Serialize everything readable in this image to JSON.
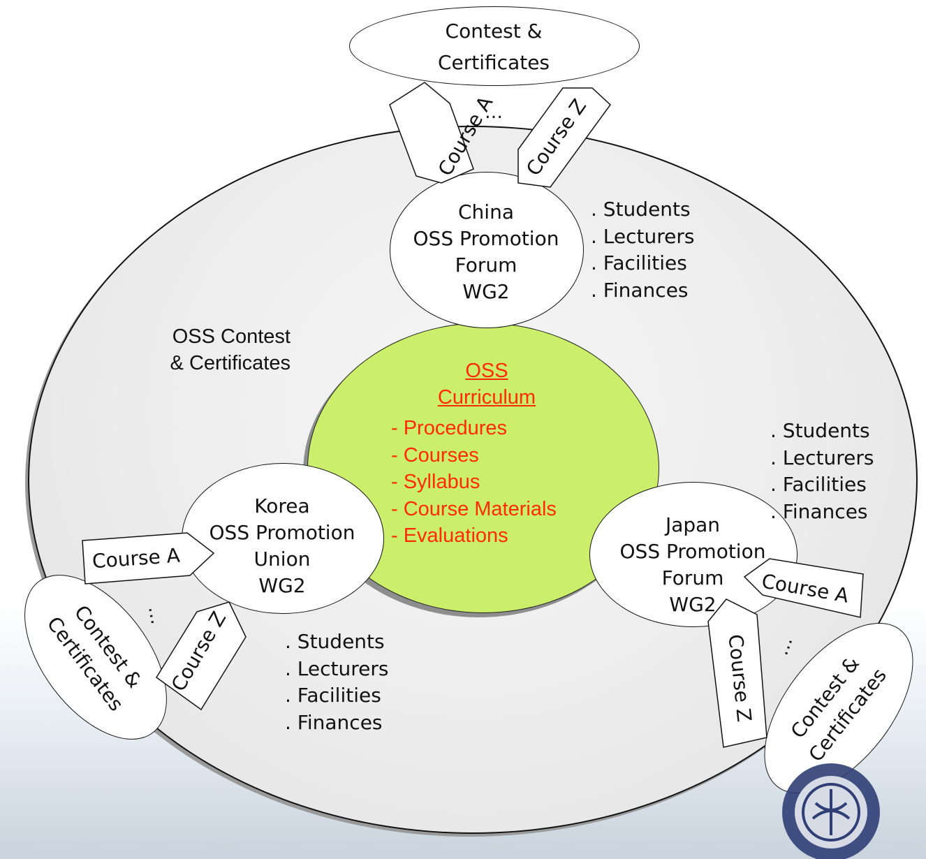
{
  "contest_top": {
    "line1": "Contest &",
    "line2": "Certificates"
  },
  "contest_left": {
    "line1": "Contest &",
    "line2": "Certificates"
  },
  "contest_right": {
    "line1": "Contest &",
    "line2": "Certificates"
  },
  "oss_contest": {
    "line1": "OSS Contest",
    "line2": "& Certificates"
  },
  "curriculum": {
    "title1": "OSS",
    "title2": "Curriculum",
    "items": [
      "- Procedures",
      "- Courses",
      "- Syllabus",
      "- Course Materials",
      "- Evaluations"
    ]
  },
  "china": {
    "line1": "China",
    "line2": "OSS Promotion",
    "line3": "Forum",
    "line4": "WG2"
  },
  "korea": {
    "line1": "Korea",
    "line2": "OSS Promotion",
    "line3": "Union",
    "line4": "WG2"
  },
  "japan": {
    "line1": "Japan",
    "line2": "OSS Promotion",
    "line3": "Forum",
    "line4": "WG2"
  },
  "resources": [
    ". Students",
    ". Lecturers",
    ". Facilities",
    ". Finances"
  ],
  "courses": {
    "a": "Course A",
    "z": "Course Z"
  },
  "ellipsis": "…"
}
